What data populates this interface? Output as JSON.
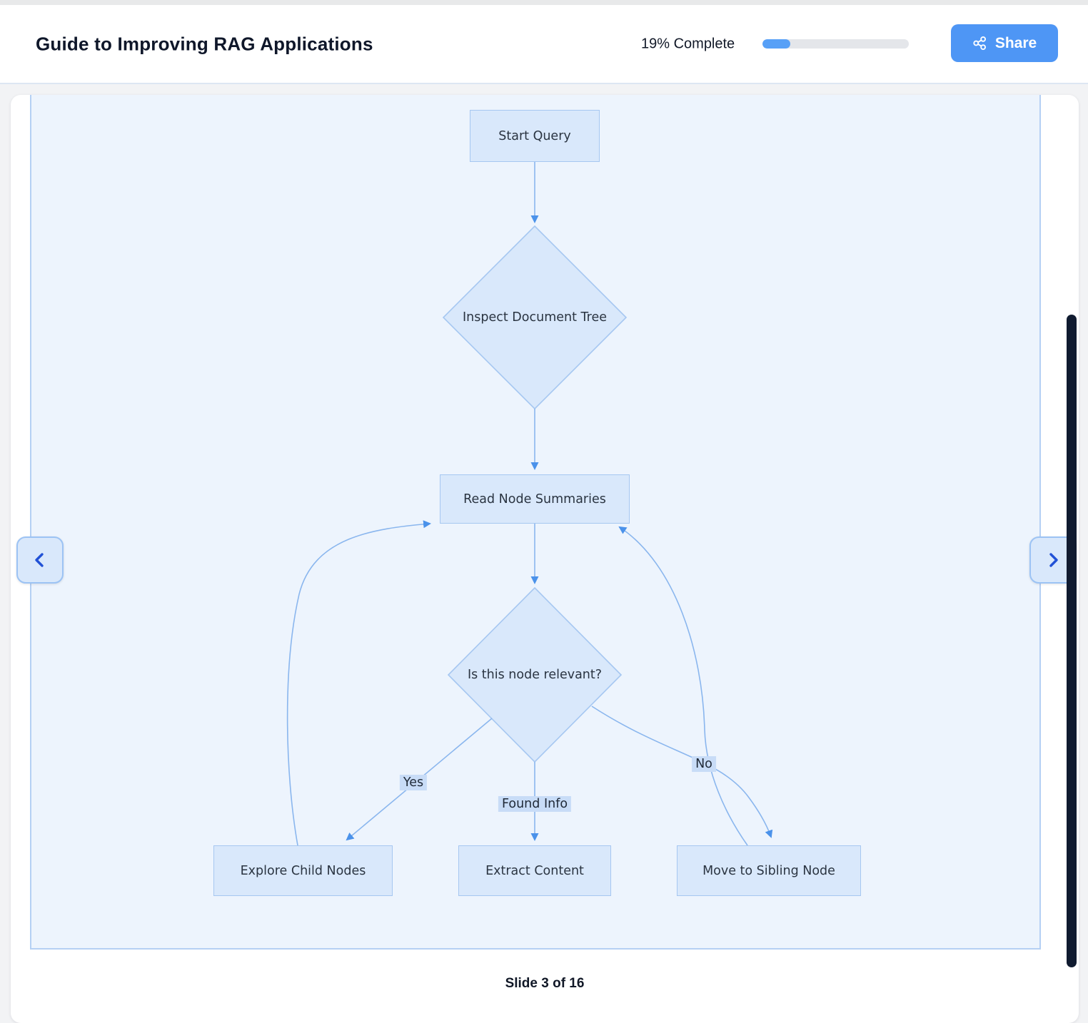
{
  "header": {
    "title": "Guide to Improving RAG Applications",
    "progress_text": "19% Complete",
    "progress_percent": 19,
    "share_label": "Share"
  },
  "navigation": {
    "prev_icon": "chevron-left",
    "next_icon": "chevron-right"
  },
  "footer": {
    "slide_indicator": "Slide 3 of 16"
  },
  "colors": {
    "accent_blue": "#4e96f5",
    "progress_fill": "#57a0f7",
    "diagram_background": "#edf4fd",
    "node_fill": "#d9e8fb",
    "node_border": "#a6c7f1",
    "edge_line": "#8ab6ee",
    "edge_arrow": "#4b92ea",
    "edge_label_bg": "#c8dcf7",
    "scrollbar": "#101b30"
  },
  "diagram": {
    "nodes": [
      {
        "id": "start",
        "type": "rect",
        "label": "Start Query"
      },
      {
        "id": "inspect",
        "type": "diamond",
        "label": "Inspect Document Tree"
      },
      {
        "id": "read",
        "type": "rect",
        "label": "Read Node Summaries"
      },
      {
        "id": "relevant",
        "type": "diamond",
        "label": "Is this node relevant?"
      },
      {
        "id": "explore",
        "type": "rect",
        "label": "Explore Child Nodes"
      },
      {
        "id": "extract",
        "type": "rect",
        "label": "Extract Content"
      },
      {
        "id": "sibling",
        "type": "rect",
        "label": "Move to Sibling Node"
      }
    ],
    "edges": [
      {
        "from": "start",
        "to": "inspect",
        "label": ""
      },
      {
        "from": "inspect",
        "to": "read",
        "label": ""
      },
      {
        "from": "read",
        "to": "relevant",
        "label": ""
      },
      {
        "from": "relevant",
        "to": "explore",
        "label": "Yes"
      },
      {
        "from": "relevant",
        "to": "extract",
        "label": "Found Info"
      },
      {
        "from": "relevant",
        "to": "sibling",
        "label": "No"
      },
      {
        "from": "explore",
        "to": "read",
        "label": ""
      },
      {
        "from": "sibling",
        "to": "read",
        "label": ""
      }
    ]
  }
}
